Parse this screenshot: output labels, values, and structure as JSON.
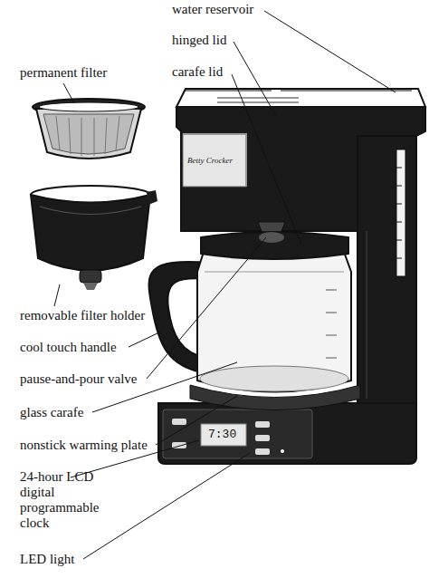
{
  "diagram": {
    "labels": [
      "water reservoir",
      "hinged lid",
      "carafe lid",
      "permanent filter",
      "Betty Crocker",
      "removable filter holder",
      "cool touch handle",
      "pause-and-pour valve",
      "glass carafe",
      "nonstick warming plate",
      "7:30",
      "24-hour LCD digital programmable clock",
      "LED light"
    ]
  }
}
